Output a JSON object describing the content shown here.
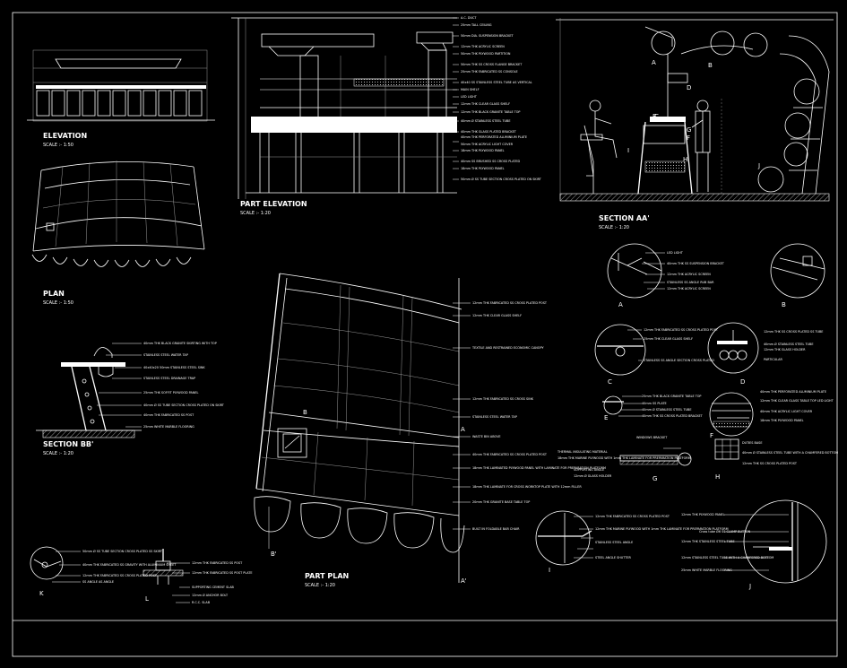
{
  "colors": {
    "background": "#000000",
    "linework": "#ffffff",
    "secondary": "#9a9a9a"
  },
  "titles": {
    "elevation": {
      "title": "ELEVATION",
      "scale": "SCALE :- 1:50"
    },
    "plan": {
      "title": "PLAN",
      "scale": "SCALE :- 1:50"
    },
    "section_bb": {
      "title": "SECTION BB'",
      "scale": "SCALE :- 1:20"
    },
    "part_elevation": {
      "title": "PART ELEVATION",
      "scale": "SCALE :- 1:20"
    },
    "part_plan": {
      "title": "PART PLAN",
      "scale": "SCALE :- 1:20"
    },
    "section_aa": {
      "title": "SECTION AA'",
      "scale": "SCALE :- 1:20"
    }
  },
  "part_elevation_notes": [
    "A.C. DUCT",
    "25mm TALL CEILING",
    "50mm DIA. SUSPENSION BRACKET",
    "12mm THK ACRYLIC SCREEN",
    "50mm THK PLYWOOD PARTITION",
    "50mm THK SS CROSS FLANGE BRACKET",
    "25mm THK FABRICATED SS CONSOLE",
    "40x40 SS STAINLESS STEEL TUBE AS VERTICAL",
    "MAIN SHELF",
    "LED LIGHT",
    "12mm THK CLEAR GLASS SHELF",
    "12mm THK BLACK GRANITE TABLE TOP",
    "40mm Ø STAINLESS STEEL TUBE",
    "40mm THK GLASS PLATED BRACKET",
    "40mm THK PERFORATED ALUMINIUM PLATE",
    "50mm THK ACRYLIC LIGHT COVER",
    "18mm THK PLYWOOD PANEL",
    "40mm SS BRUSHED SS CROSS PLATED",
    "18mm THK PLYWOOD PANEL",
    "50mm Ø SS TUBE SECTION CROSS PLATED ON SKIRT"
  ],
  "section_bb_notes": [
    "40mm THK BLACK GRANITE SKIRTING WITH TOP",
    "STAINLESS STEEL WATER TAP",
    "40x40x20 50mm STAINLESS STEEL SINK",
    "STAINLESS STEEL DRAINAGE TRAP",
    "25mm THK SOFFIT PLYWOOD PANEL",
    "40mm Ø SS TUBE SECTION CROSS PLATED ON SKIRT",
    "40mm THK FABRICATED SS POST",
    "25mm WHITE MARBLE FLOORING"
  ],
  "part_plan_notes": [
    "12mm THK FABRICATED SS CROSS PLATED POST",
    "12mm THK CLEAR GLASS SHELF",
    "TEXTILE AND RESTRAINED ECONOMIC CANOPY",
    "12mm THK FABRICATED SS CROSS SINK",
    "STAINLESS STEEL WATER TAP",
    "WASTE BIN ABOVE",
    "40mm THK FABRICATED SS CROSS PLATED POST",
    "18mm THK LAMINATED PLYWOOD PANEL WITH LAMINATE FOR PREPARATION PLATFORM",
    "18mm THK LAMINATE FOR CROSS WORKTOP PLATE WITH 12mm FILLER",
    "20mm THK GRANITE BASE TABLE TOP",
    "BUILT IN FOLDABLE BAR CHAIR"
  ],
  "section_aa_labels": [
    "A",
    "B",
    "C",
    "D",
    "E",
    "F",
    "G",
    "H",
    "I",
    "J"
  ],
  "cut_markers": {
    "a": "A",
    "a_prime": "A'",
    "b": "B",
    "b_prime": "B'"
  },
  "details": {
    "A": {
      "label": "A",
      "notes": [
        "LED LIGHT",
        "40mm THK SS SUSPENSION BRACKET",
        "12mm THK ACRYLIC SCREEN",
        "STAINLESS SS ANGLE RUB BAR",
        "12mm THK ACRYLIC SCREEN"
      ]
    },
    "B": {
      "label": "B"
    },
    "C": {
      "label": "C",
      "notes": [
        "12mm THK FABRICATED SS CROSS PLATED POST",
        "25mm THK CLEAR GLASS SHELF",
        "STAINLESS SS ANGLE SECTION CROSS PLATED"
      ]
    },
    "D": {
      "label": "D",
      "notes": [
        "12mm THK SS CROSS PLATED SS TUBE",
        "40mm Ø STAINLESS STEEL TUBE",
        "12mm THK GLASS HOLDER",
        "PARTICULAR"
      ]
    },
    "E": {
      "label": "E",
      "notes": [
        "25mm THK BLACK GRANITE TABLE TOP",
        "40mm SS PLATE",
        "40mm Ø STAINLESS STEEL TUBE",
        "40mm THK SS CROSS PLATED BRACKET"
      ]
    },
    "F": {
      "label": "F",
      "notes": [
        "40mm THK PERFORATED ALUMINIUM PLATE",
        "12mm THK CLEAR GLASS TABLE TOP LED LIGHT",
        "40mm THK ACRYLIC LIGHT COVER",
        "18mm THK PLYWOOD PANEL"
      ]
    },
    "G": {
      "label": "G",
      "notes": [
        "WINDOWS BRACKET",
        "THERMAL INSULATING MATERIAL",
        "18mm THK MARINE PLYWOOD WITH 1mm THK LAMINATE FOR PREPARATION PLATFORM",
        "SUPPORTING ANGLE",
        "12mm Ø GLASS HOLDER"
      ]
    },
    "H": {
      "label": "H",
      "notes": [
        "DUTIES BASE",
        "40mm Ø STAINLESS STEEL TUBE WITH A CHAMFERED BOTTOM",
        "12mm THK SS CROSS PLATED POST"
      ]
    },
    "I": {
      "label": "I",
      "notes": [
        "12mm THK FABRICATED SS CROSS PLATED POST",
        "12mm THK MARINE PLYWOOD WITH 1mm THK LAMINATE FOR PREPARATION PLATFORM",
        "STAINLESS STEEL ANGLE",
        "STEEL ANGLE SHUTTER"
      ]
    },
    "J": {
      "label": "J",
      "notes": [
        "12mm THK PLYWOOD PANEL",
        "Cross tube Ø6 SS CLAMP BUTTON",
        "12mm THK STAINLESS STEEL TUBE",
        "12mm STAINLESS STEEL TUBE WITH A CHAMFERED BOTTOM",
        "25mm WHITE MARBLE FLOORING"
      ]
    },
    "K": {
      "label": "K",
      "notes": [
        "50mm Ø SS TUBE SECTION CROSS PLATED SS SKIRT",
        "40mm THK FABRICATED SS GRAVITY WITH ALUMINIUM SHEET",
        "12mm THK FABRICATED SS CROSS PLATED POST",
        "SS ANGLE AS ANGLE"
      ]
    },
    "L": {
      "label": "L",
      "notes": [
        "12mm THK FABRICATED SS POST",
        "12mm THK FABRICATED SS POST PLATE",
        "SUPPORTING CEMENT SLAB",
        "12mm Ø ANCHOR BOLT",
        "R.C.C. SLAB"
      ]
    }
  }
}
